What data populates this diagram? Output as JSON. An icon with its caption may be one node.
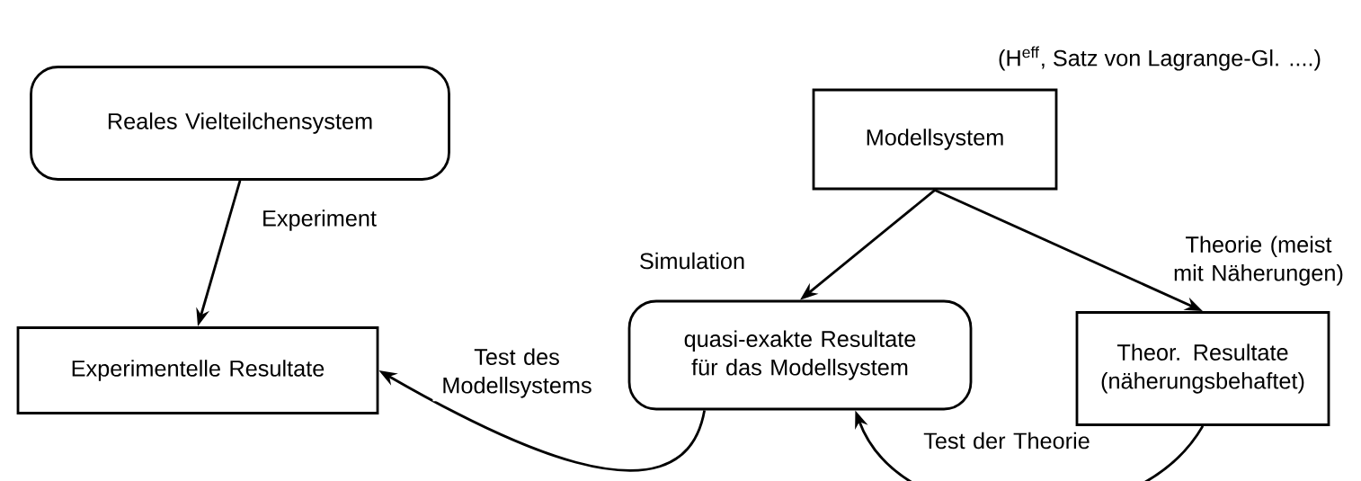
{
  "diagram": {
    "nodes": [
      {
        "text": [
          "Reales Vielteilchensystem"
        ]
      },
      {
        "text": [
          "Experimentelle Resultate"
        ]
      },
      {
        "text": [
          "Modellsystem"
        ],
        "beside": [
          "(H$^{eff}$, Satz von Lagrange-Gl. ....)"
        ]
      },
      {
        "text": [
          "quasi-exakte Resultate für das Modellsystem"
        ]
      },
      {
        "text": [
          "Theor. Resultate (näherungsbehaftet)"
        ]
      }
    ],
    "edges": [
      {
        "from": 0,
        "to": 1,
        "arrow": "to",
        "label": "Experiment"
      },
      {
        "from": 2,
        "to": 3,
        "arrow": "to",
        "label": "Simulation"
      },
      {
        "from": 2,
        "to": 4,
        "arrow": "to",
        "label": "Theorie (meist mit Näherungen)"
      },
      {
        "from": 3,
        "to": 1,
        "arrow": "to",
        "label": "Test des Modellsystems"
      },
      {
        "from": 4,
        "to": 3,
        "arrow": "to",
        "label": "Test der Theorie"
      }
    ]
  }
}
